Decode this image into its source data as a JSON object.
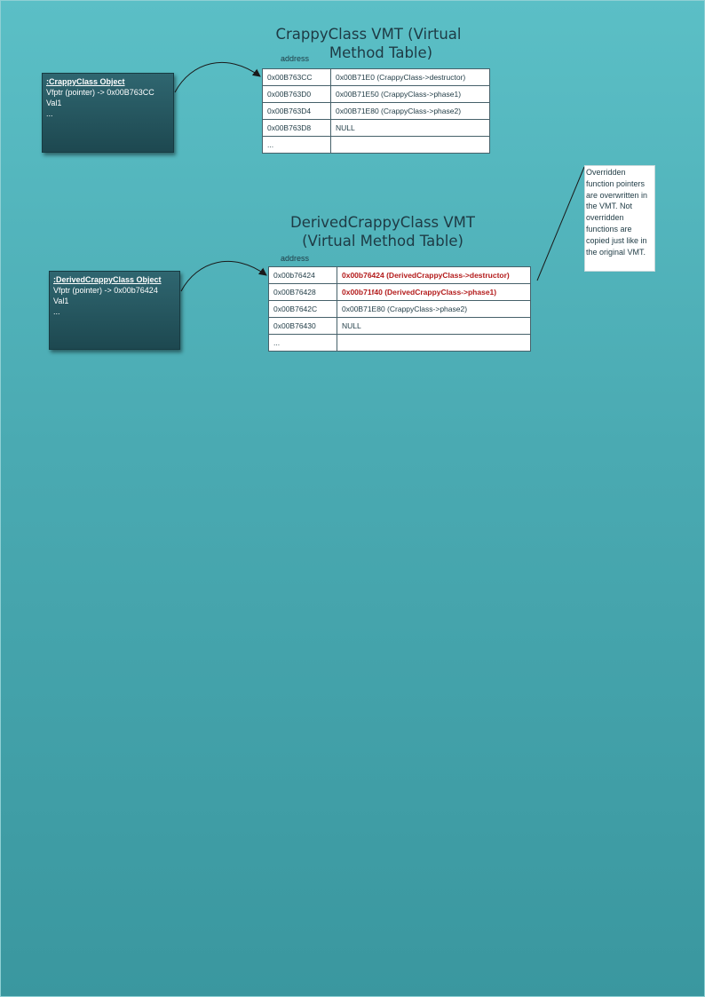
{
  "vmt1": {
    "title_line1": "CrappyClass VMT (Virtual",
    "title_line2": "Method Table)",
    "address_label": "address",
    "rows": [
      {
        "address": "0x00B763CC",
        "value": "0x00B71E0 (CrappyClass->destructor)",
        "highlight": false
      },
      {
        "address": "0x00B763D0",
        "value": "0x00B71E50 (CrappyClass->phase1)",
        "highlight": false
      },
      {
        "address": "0x00B763D4",
        "value": "0x00B71E80 (CrappyClass->phase2)",
        "highlight": false
      },
      {
        "address": "0x00B763D8",
        "value": "NULL",
        "highlight": false
      },
      {
        "address": "...",
        "value": "",
        "highlight": false
      }
    ]
  },
  "obj1": {
    "header": ":CrappyClass Object",
    "line1": "Vfptr (pointer) -> 0x00B763CC",
    "line2": "Val1",
    "line3": "..."
  },
  "vmt2": {
    "title_line1": "DerivedCrappyClass VMT",
    "title_line2": "(Virtual Method Table)",
    "address_label": "address",
    "rows": [
      {
        "address": "0x00b76424",
        "value": "0x00b76424 (DerivedCrappyClass->destructor)",
        "highlight": true
      },
      {
        "address": "0x00B76428",
        "value": "0x00b71f40 (DerivedCrappyClass->phase1)",
        "highlight": true
      },
      {
        "address": "0x00B7642C",
        "value": "0x00B71E80 (CrappyClass->phase2)",
        "highlight": false
      },
      {
        "address": "0x00B76430",
        "value": "NULL",
        "highlight": false
      },
      {
        "address": "...",
        "value": "",
        "highlight": false
      }
    ]
  },
  "obj2": {
    "header": ":DerivedCrappyClass Object",
    "line1": "Vfptr (pointer) -> 0x00b76424",
    "line2": "Val1",
    "line3": "..."
  },
  "note": {
    "lines": [
      "Overridden",
      "function pointers",
      "are overwritten in",
      "the VMT. Not",
      "overridden",
      "functions are",
      "copied just like in",
      "the original VMT."
    ]
  },
  "colors": {
    "highlight_text": "#b31b1b",
    "object_box": "#245760",
    "background": "#4aaab2"
  }
}
